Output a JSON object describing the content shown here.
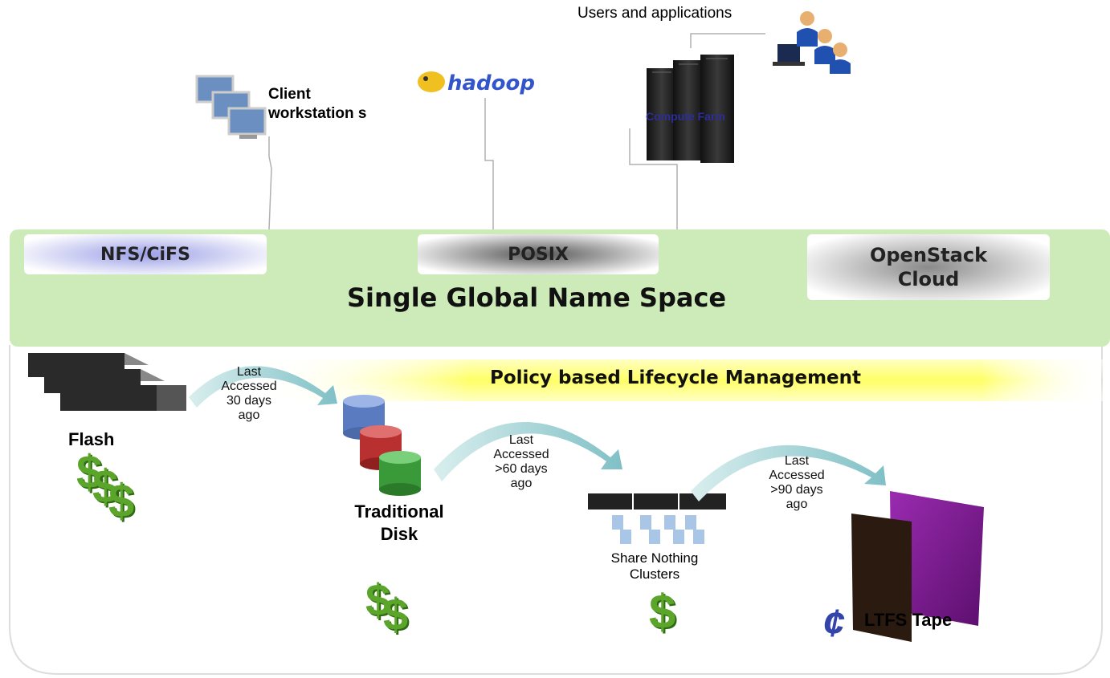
{
  "top": {
    "users_label": "Users and applications",
    "client_label": "Client workstation s",
    "hadoop_label": "hadoop",
    "compute_label": "Compute Farm"
  },
  "namespace": {
    "protocols": [
      "NFS/CiFS",
      "POSIX",
      "OpenStack Cloud"
    ],
    "title": "Single Global Name Space"
  },
  "lifecycle": {
    "title": "Policy based Lifecycle Management",
    "tiers": [
      {
        "name": "Flash",
        "cost_icon": "triple-dollar-icon"
      },
      {
        "name": "Traditional Disk",
        "cost_icon": "double-dollar-icon"
      },
      {
        "name": "Share Nothing Clusters",
        "cost_icon": "dollar-icon"
      },
      {
        "name": "LTFS Tape",
        "cost_icon": "cent-icon"
      }
    ],
    "transitions": [
      "Last Accessed 30 days ago",
      "Last Accessed >60 days ago",
      "Last Accessed >90 days ago"
    ]
  },
  "colors": {
    "namespace_green": "#cdebb8",
    "highlight_yellow": "#ffff66",
    "dollar_green": "#5aa52a",
    "cent_blue": "#3344aa",
    "tape_purple": "#7a1a8c"
  }
}
